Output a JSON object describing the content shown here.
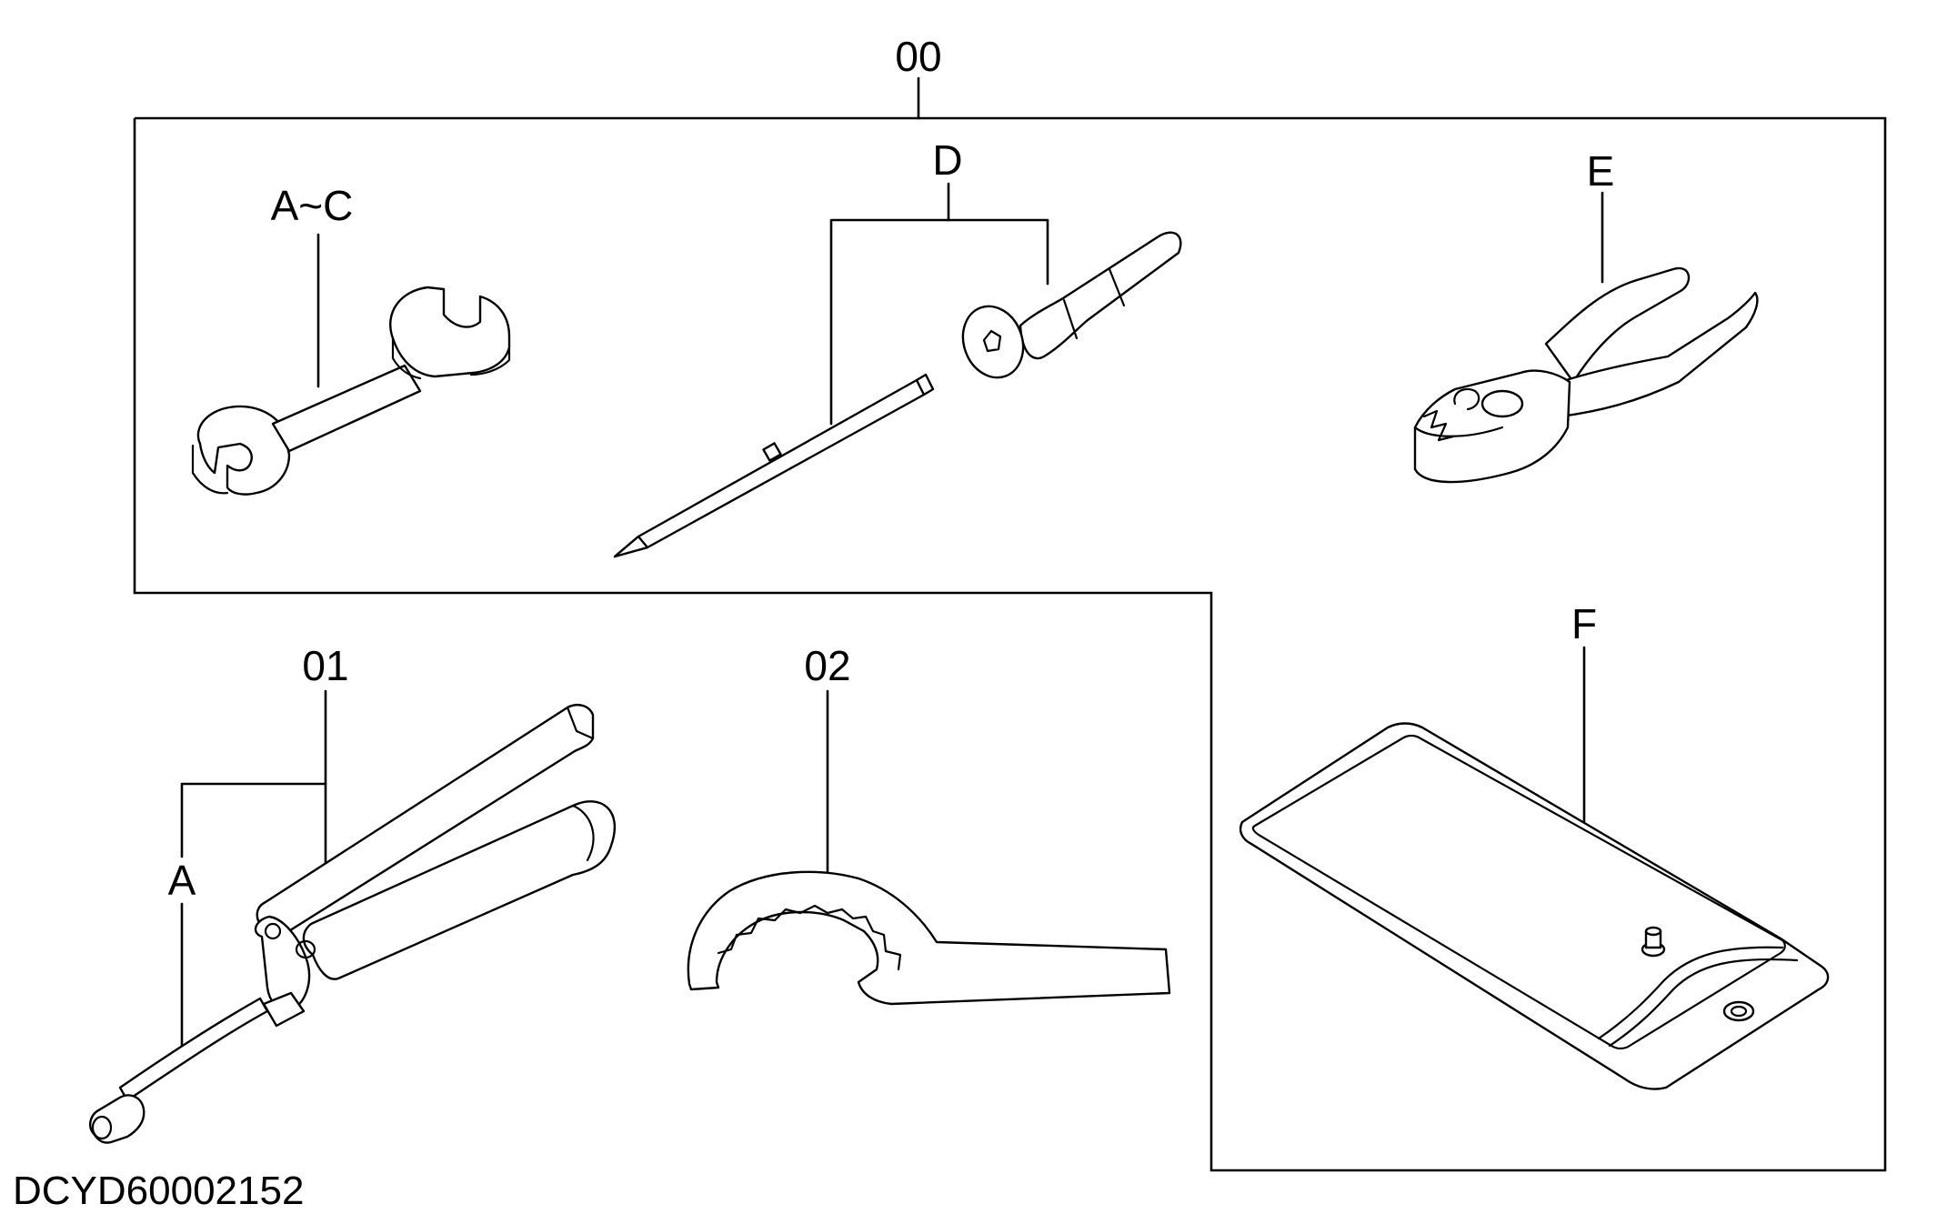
{
  "diagram": {
    "labels": {
      "kit": "00",
      "wrenches": "A~C",
      "screwdriver": "D",
      "pliers": "E",
      "pouch": "F",
      "grease_gun": "01",
      "grease_gun_hose": "A",
      "hook_wrench": "02"
    },
    "document_id": "DCYD60002152"
  }
}
